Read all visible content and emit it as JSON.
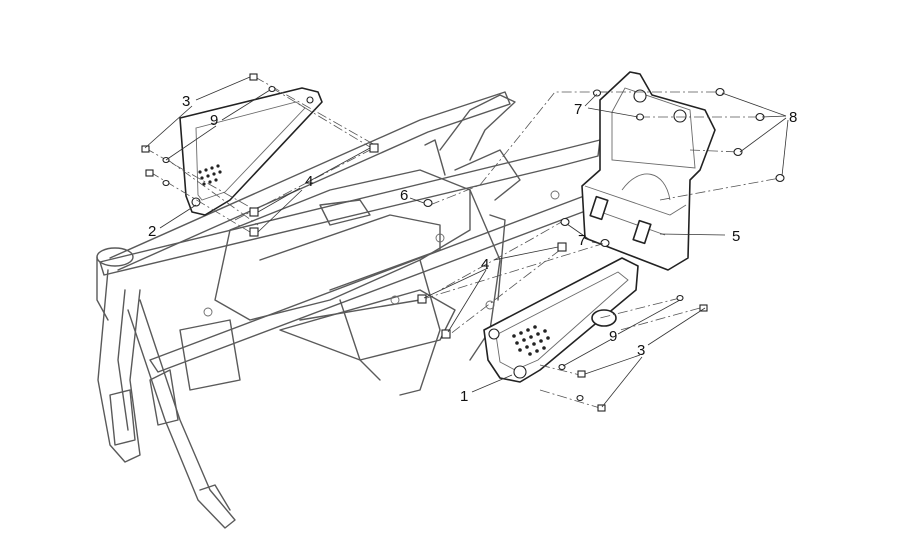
{
  "diagram": {
    "callouts": [
      {
        "id": "c1",
        "text": "1"
      },
      {
        "id": "c2",
        "text": "2"
      },
      {
        "id": "c3a",
        "text": "3"
      },
      {
        "id": "c3b",
        "text": "3"
      },
      {
        "id": "c4a",
        "text": "4"
      },
      {
        "id": "c4b",
        "text": "4"
      },
      {
        "id": "c5",
        "text": "5"
      },
      {
        "id": "c6",
        "text": "6"
      },
      {
        "id": "c7a",
        "text": "7"
      },
      {
        "id": "c7b",
        "text": "7"
      },
      {
        "id": "c8",
        "text": "8"
      },
      {
        "id": "c9a",
        "text": "9"
      },
      {
        "id": "c9b",
        "text": "9"
      }
    ]
  }
}
